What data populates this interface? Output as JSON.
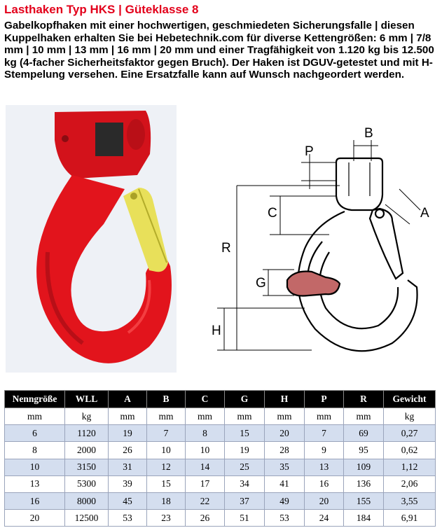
{
  "title": "Lasthaken Typ HKS | Güteklasse 8",
  "description": "Gabelkopfhaken mit einer hochwertigen, geschmiedeten Sicherungsfalle | diesen Kuppelhaken erhalten Sie bei Hebetechnik.com für diverse Kettengrößen: 6 mm | 7/8 mm | 10 mm | 13 mm | 16 mm | 20 mm und einer Tragfähigkeit von 1.120 kg bis 12.500 kg (4-facher Sicherheitsfaktor gegen Bruch). Der Haken ist DGUV-getestet und mit H-Stempelung versehen. Eine Ersatzfalle kann auf Wunsch nachgeordert werden.",
  "diagram_labels": {
    "a": "A",
    "b": "B",
    "c": "C",
    "g": "G",
    "h": "H",
    "p": "P",
    "r": "R"
  },
  "colors": {
    "hook_red": "#e2141c",
    "latch_yellow": "#e8e05a",
    "header_black": "#000000",
    "row_blue": "#d4deef"
  },
  "table": {
    "headers": [
      "Nenngröße",
      "WLL",
      "A",
      "B",
      "C",
      "G",
      "H",
      "P",
      "R",
      "Gewicht"
    ],
    "units": [
      "mm",
      "kg",
      "mm",
      "mm",
      "mm",
      "mm",
      "mm",
      "mm",
      "mm",
      "kg"
    ],
    "rows": [
      [
        "6",
        "1120",
        "19",
        "7",
        "8",
        "15",
        "20",
        "7",
        "69",
        "0,27"
      ],
      [
        "8",
        "2000",
        "26",
        "10",
        "10",
        "19",
        "28",
        "9",
        "95",
        "0,62"
      ],
      [
        "10",
        "3150",
        "31",
        "12",
        "14",
        "25",
        "35",
        "13",
        "109",
        "1,12"
      ],
      [
        "13",
        "5300",
        "39",
        "15",
        "17",
        "34",
        "41",
        "16",
        "136",
        "2,06"
      ],
      [
        "16",
        "8000",
        "45",
        "18",
        "22",
        "37",
        "49",
        "20",
        "155",
        "3,55"
      ],
      [
        "20",
        "12500",
        "53",
        "23",
        "26",
        "51",
        "53",
        "24",
        "184",
        "6,91"
      ]
    ]
  }
}
